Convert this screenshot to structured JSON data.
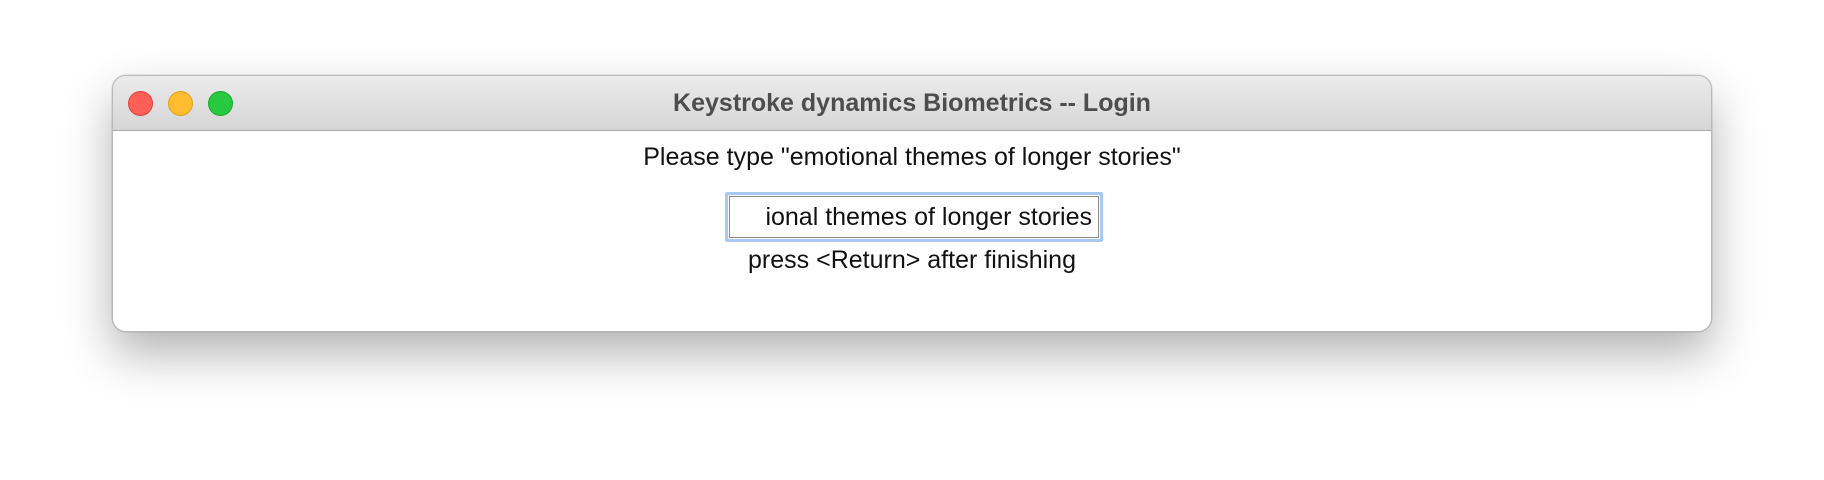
{
  "window": {
    "title": "Keystroke dynamics Biometrics -- Login"
  },
  "form": {
    "prompt": "Please type \"emotional themes of longer stories\"",
    "input_value": "ional themes of longer stories",
    "hint": "press <Return> after finishing"
  },
  "colors": {
    "close": "#fe5f57",
    "minimize": "#febc2e",
    "zoom": "#28c840",
    "focus_ring": "#a7c9f4"
  }
}
